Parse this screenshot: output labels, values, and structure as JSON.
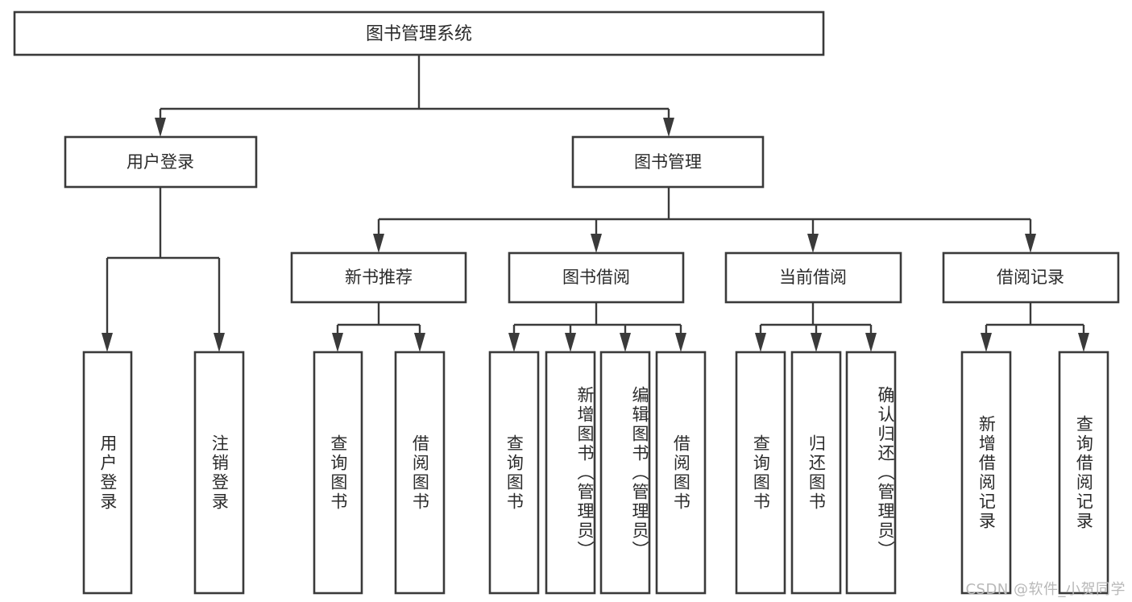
{
  "diagram": {
    "type": "tree",
    "title": "图书管理系统",
    "orientation": "top-down",
    "watermark": "CSDN @软件_小贺同学",
    "nodes": {
      "root": {
        "label": "图书管理系统",
        "level": 0
      },
      "n_user_login": {
        "label": "用户登录",
        "level": 1
      },
      "n_book_mgmt": {
        "label": "图书管理",
        "level": 1
      },
      "n_new_book_rec": {
        "label": "新书推荐",
        "level": 2
      },
      "n_book_borrow": {
        "label": "图书借阅",
        "level": 2
      },
      "n_current_borrow": {
        "label": "当前借阅",
        "level": 2
      },
      "n_borrow_record": {
        "label": "借阅记录",
        "level": 2
      },
      "l1": {
        "label": "用户登录",
        "level": 3
      },
      "l2": {
        "label": "注销登录",
        "level": 3
      },
      "l3": {
        "label": "查询图书",
        "level": 3
      },
      "l4": {
        "label": "借阅图书",
        "level": 3
      },
      "l5": {
        "label": "查询图书",
        "level": 3
      },
      "l6": {
        "label": "新增图书（管理员）",
        "level": 3
      },
      "l7": {
        "label": "编辑图书（管理员）",
        "level": 3
      },
      "l8": {
        "label": "借阅图书",
        "level": 3
      },
      "l9": {
        "label": "查询图书",
        "level": 3
      },
      "l10": {
        "label": "归还图书",
        "level": 3
      },
      "l11": {
        "label": "确认归还（管理员）",
        "level": 3
      },
      "l12": {
        "label": "新增借阅记录",
        "level": 3
      },
      "l13": {
        "label": "查询借阅记录",
        "level": 3
      }
    },
    "edges": [
      {
        "from": "root",
        "to": "n_user_login"
      },
      {
        "from": "root",
        "to": "n_book_mgmt"
      },
      {
        "from": "n_user_login",
        "to": "l1"
      },
      {
        "from": "n_user_login",
        "to": "l2"
      },
      {
        "from": "n_book_mgmt",
        "to": "n_new_book_rec"
      },
      {
        "from": "n_book_mgmt",
        "to": "n_book_borrow"
      },
      {
        "from": "n_book_mgmt",
        "to": "n_current_borrow"
      },
      {
        "from": "n_book_mgmt",
        "to": "n_borrow_record"
      },
      {
        "from": "n_new_book_rec",
        "to": "l3"
      },
      {
        "from": "n_new_book_rec",
        "to": "l4"
      },
      {
        "from": "n_book_borrow",
        "to": "l5"
      },
      {
        "from": "n_book_borrow",
        "to": "l6"
      },
      {
        "from": "n_book_borrow",
        "to": "l7"
      },
      {
        "from": "n_book_borrow",
        "to": "l8"
      },
      {
        "from": "n_current_borrow",
        "to": "l9"
      },
      {
        "from": "n_current_borrow",
        "to": "l10"
      },
      {
        "from": "n_current_borrow",
        "to": "l11"
      },
      {
        "from": "n_borrow_record",
        "to": "l12"
      },
      {
        "from": "n_borrow_record",
        "to": "l13"
      }
    ],
    "colors": {
      "box_stroke": "#3a3a3a",
      "box_fill": "#ffffff",
      "text": "#2b2b2b",
      "connector": "#3a3a3a",
      "background": "#ffffff",
      "watermark": "#b8b8b8"
    }
  }
}
